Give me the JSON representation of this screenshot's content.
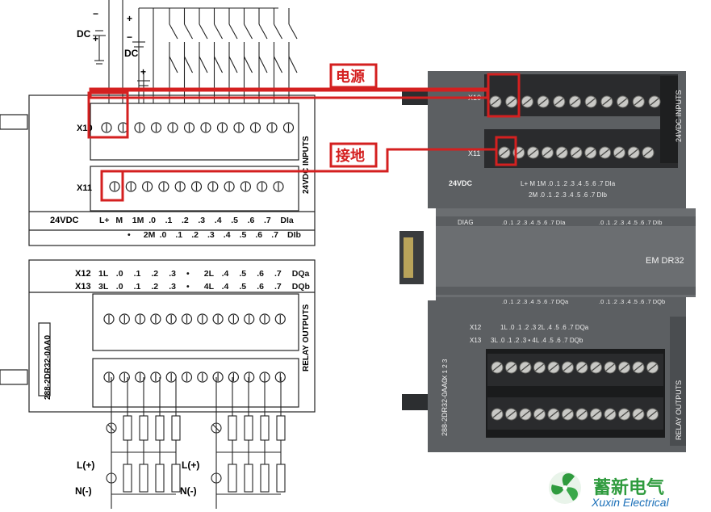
{
  "annotations": {
    "power": "电源",
    "ground": "接地"
  },
  "schematic": {
    "dc_top": "DC",
    "dc_mid": "DC",
    "x10": "X10",
    "x11": "X11",
    "vdc": "24VDC",
    "inputs_label": "24VDC INPUTS",
    "row1_labels": [
      "L+",
      "M",
      "1M",
      ".0",
      ".1",
      ".2",
      ".3",
      ".4",
      ".5",
      ".6",
      ".7",
      "DIa"
    ],
    "row2_labels": [
      "•",
      "2M",
      ".0",
      ".1",
      ".2",
      ".3",
      ".4",
      ".5",
      ".6",
      ".7",
      "DIb"
    ],
    "x12": "X12",
    "x13": "X13",
    "row3_labels": [
      "1L",
      ".0",
      ".1",
      ".2",
      ".3",
      "•",
      "2L",
      ".4",
      ".5",
      ".6",
      ".7",
      "DQa"
    ],
    "row4_labels": [
      "3L",
      ".0",
      ".1",
      ".2",
      ".3",
      "•",
      "4L",
      ".4",
      ".5",
      ".6",
      ".7",
      "DQb"
    ],
    "part_number": "288-2DR32-0AA0",
    "outputs_label": "RELAY OUTPUTS",
    "l_plus_1": "L(+)",
    "n_minus_1": "N(-)",
    "l_plus_2": "L(+)",
    "n_minus_2": "N(-)"
  },
  "photo": {
    "x10": "X10",
    "x11": "X11",
    "vdc": "24VDC",
    "inputs_label": "24VDC INPUTS",
    "diag": "DIAG",
    "model": "EM DR32",
    "x12": "X12",
    "x13": "X13",
    "part_number": "288-2DR32-0AA0",
    "x123": "X 1 2 3",
    "outputs_label": "RELAY OUTPUTS",
    "in_row1": "L+  M  1M  .0  .1  .2  .3  .4  .5  .6  .7  DIa",
    "in_row2": "2M  .0  .1  .2  .3  .4  .5  .6  .7  DIb",
    "led_a": ".0 .1 .2 .3 .4 .5 .6 .7 DIa",
    "led_b": ".0 .1 .2 .3 .4 .5 .6 .7 DIb",
    "led_c": ".0 .1 .2 .3 .4 .5 .6 .7 DQa",
    "led_d": ".0 .1 .2 .3 .4 .5 .6 .7 DQb",
    "out_row1": "1L  .0  .1  .2  .3      2L  .4  .5  .6  .7  DQa",
    "out_row2": "3L  .0  .1  .2  .3   •   4L  .4  .5  .6  .7  DQb"
  },
  "logo": {
    "name_cn": "蓄新电气",
    "name_en": "Xuxin Electrical"
  },
  "colors": {
    "highlight": "#d42020",
    "housing": "#5a5d60",
    "housing_dark": "#3c3f42",
    "logo_green": "#2f9b3e",
    "logo_blue": "#1a6fb8"
  }
}
